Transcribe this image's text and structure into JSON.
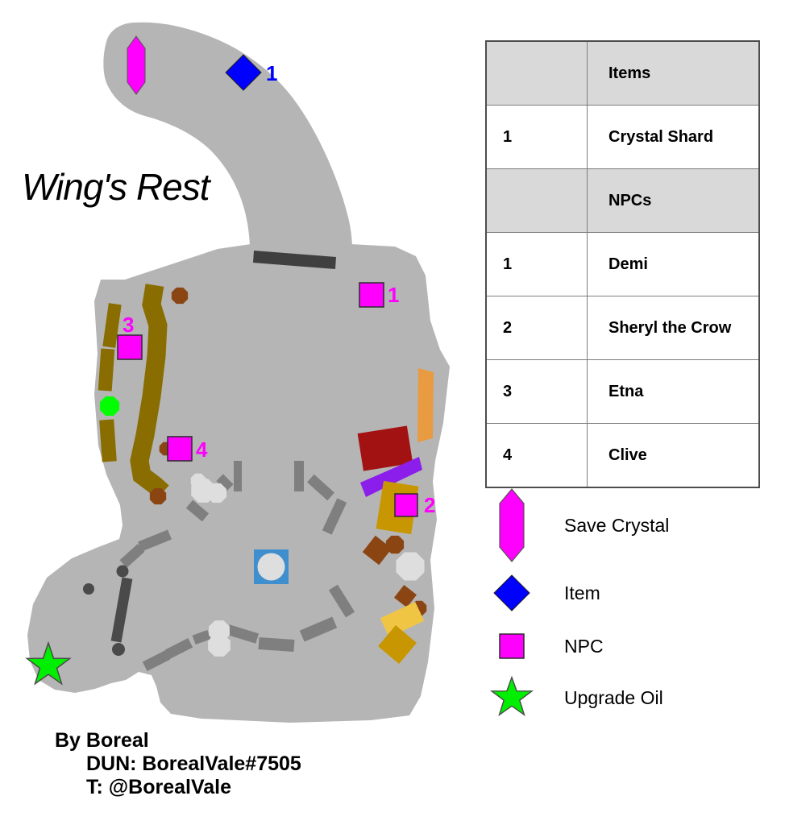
{
  "map": {
    "title": "Wing's Rest",
    "item_marker_label": "1",
    "npc_marker_labels": [
      "1",
      "2",
      "3",
      "4"
    ]
  },
  "legend_table": {
    "items_header": "Items",
    "npcs_header": "NPCs",
    "items": [
      {
        "num": "1",
        "name": "Crystal Shard"
      }
    ],
    "npcs": [
      {
        "num": "1",
        "name": "Demi"
      },
      {
        "num": "2",
        "name": "Sheryl the Crow"
      },
      {
        "num": "3",
        "name": "Etna"
      },
      {
        "num": "4",
        "name": "Clive"
      }
    ]
  },
  "legend": {
    "save_crystal": "Save Crystal",
    "item": "Item",
    "npc": "NPC",
    "upgrade_oil": "Upgrade Oil"
  },
  "credits": {
    "line1": "By Boreal",
    "line2": "DUN: BorealVale#7505",
    "line3": "T: @BorealVale"
  },
  "colors": {
    "ground_gray": "#B5B5B5",
    "wall_gray": "#7F7F7F",
    "wall_dark": "#4A4A4A",
    "top_bar_dark": "#3F3F3F",
    "table_header_bg": "#D9D9D9",
    "item_blue": "#0000FF",
    "npc_magenta": "#FF00FF",
    "save_crystal_magenta": "#FF00FF",
    "upgrade_oil_green": "#00EE00",
    "green_node": "#00FF00",
    "path_olive": "#8A6D00",
    "rock_brown": "#8B4513",
    "ramp_orange": "#E89B40",
    "rug_dark_red": "#A31212",
    "rug_purple": "#8C1EEB",
    "crate_gold": "#C79600",
    "crate_yellow": "#F0C544",
    "pool_blue": "#3F8ECD",
    "debris_light": "#DEDEDE"
  }
}
